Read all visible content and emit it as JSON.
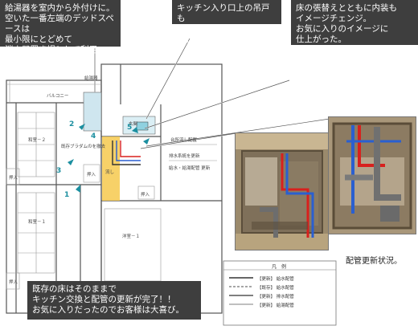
{
  "notes": {
    "top_left": "給湯器を室内から外付けに。\n空いた一番左端のデッドスペースは\n最小限にとどめて\n消火器置き場として利用。",
    "top_center": "キッチン入り口上の吊戸も\nキッチンと揃えて新しく。",
    "top_right": "床の張替えとともに内装も\nイメージチェンジ。\nお気に入りのイメージに\n仕上がった。",
    "bottom_left": "既存の床はそのままで\nキッチン交換と配管の更新が完了！！\nお気に入りだったのでお客様は大喜び。"
  },
  "caption": "配管更新状況。",
  "plan": {
    "room_labels": {
      "balcony": "バルコニー",
      "washitsu_2": "和室－２",
      "washitsu_1": "和室－１",
      "yoshitsu_1": "洋室－１",
      "oshiire_a": "押入",
      "oshiire_b": "押入",
      "oshiire_c": "押入",
      "oshiire_d": "押入",
      "water_heater": "給湯器",
      "kitchen_note": "台所流し配置",
      "pipe_note_1": "排水系統を更新",
      "pipe_note_2": "給水・給湯配管 更新",
      "pipe_note_3": "既存ブラダムのを撤去",
      "genkan": "玄関",
      "nagashi": "流し"
    },
    "numbers": [
      "1",
      "2",
      "3",
      "4",
      "5"
    ]
  },
  "legend": {
    "title": "凡　例",
    "items": [
      "【更新】 給水配管",
      "【既存】 給水配管",
      "【更新】 排水配管",
      "【更新】 給湯配管"
    ]
  },
  "colors": {
    "note_bg": "#3e3e3e",
    "kitchen_highlight": "#f6c94e",
    "arrow_teal": "#1c8fa0",
    "pipe_red": "#d8201d",
    "pipe_blue": "#2a5fd0"
  }
}
